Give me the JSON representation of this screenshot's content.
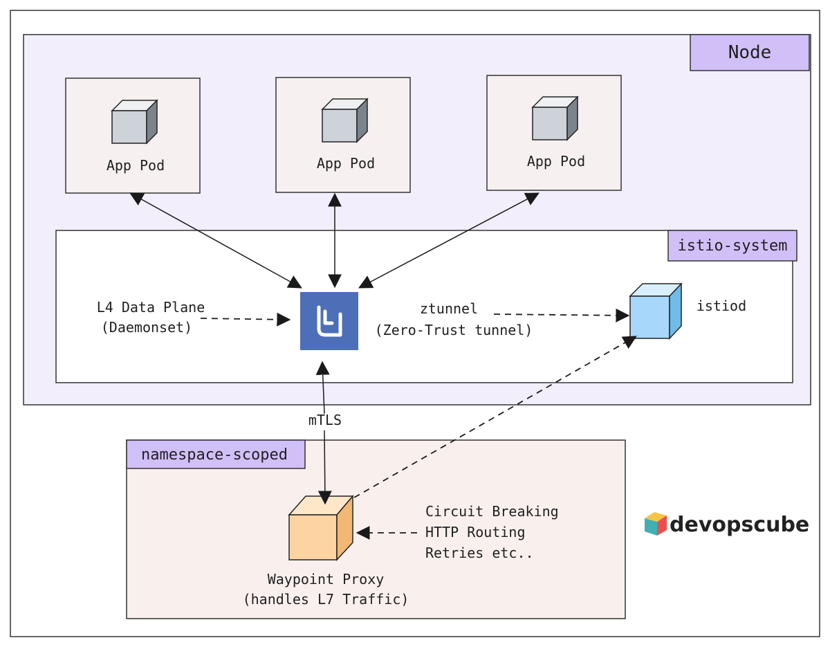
{
  "labels": {
    "node": "Node",
    "istio_system": "istio-system",
    "namespace_scoped": "namespace-scoped",
    "app_pod_1": "App Pod",
    "app_pod_2": "App Pod",
    "app_pod_3": "App Pod",
    "l4_line1": "L4 Data Plane",
    "l4_line2": "(Daemonset)",
    "ztunnel_line1": "ztunnel",
    "ztunnel_line2": "(Zero-Trust tunnel)",
    "istiod": "istiod",
    "mtls": "mTLS",
    "waypoint_line1": "Waypoint Proxy",
    "waypoint_line2": "(handles L7 Traffic)",
    "features_line1": "Circuit Breaking",
    "features_line2": "HTTP Routing",
    "features_line3": "Retries etc..",
    "brand": "devopscube"
  },
  "icons": {
    "app_pod": "cube-icon",
    "ztunnel": "ztunnel-logo-icon",
    "istiod": "istiod-cube-icon",
    "waypoint": "waypoint-cube-icon",
    "brand": "devopscube-logo-icon"
  },
  "colors": {
    "node_fill": "#f2eefc",
    "tag_fill": "#d1bff8",
    "pod_fill": "#f6f1f0",
    "istio_system_fill": "#ffffff",
    "namespace_fill": "#f9f0ee",
    "ztunnel_logo": "#4c6fb8",
    "istiod_cube": "#a7d8fb",
    "waypoint_cube": "#fcd4a2",
    "pod_cube": "#ced3d9"
  }
}
